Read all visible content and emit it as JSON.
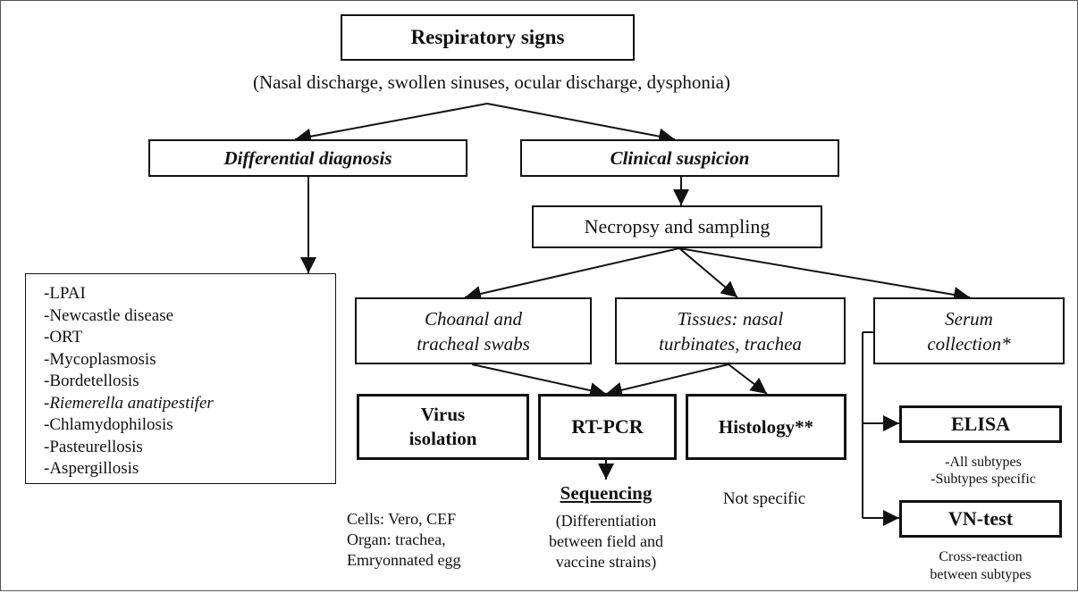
{
  "top": {
    "title": "Respiratory signs",
    "signs": "(Nasal discharge, swollen sinuses, ocular discharge, dysphonia)"
  },
  "differential": {
    "title": "Differential diagnosis",
    "items": [
      {
        "text": "-LPAI",
        "italic": false
      },
      {
        "text": "-Newcastle disease",
        "italic": false
      },
      {
        "text": "-ORT",
        "italic": false
      },
      {
        "text": "-Mycoplasmosis",
        "italic": false
      },
      {
        "text": "-Bordetellosis",
        "italic": false
      },
      {
        "text": "-Riemerella anatipestifer",
        "italic": true
      },
      {
        "text": "-Chlamydophilosis",
        "italic": false
      },
      {
        "text": "-Pasteurellosis",
        "italic": false
      },
      {
        "text": "-Aspergillosis",
        "italic": false
      }
    ]
  },
  "clinical": {
    "title": "Clinical suspicion",
    "necropsy": "Necropsy and sampling"
  },
  "samples": {
    "swabs": [
      "Choanal and",
      "tracheal swabs"
    ],
    "tissues": [
      "Tissues: nasal",
      "turbinates, trachea"
    ],
    "serum": [
      "Serum",
      "collection*"
    ]
  },
  "tests": {
    "virus_isolation": [
      "Virus",
      "isolation"
    ],
    "rtpcr": "RT-PCR",
    "histology": "Histology**",
    "elisa": "ELISA",
    "vn_test": "VN-test"
  },
  "notes": {
    "virus_isolation": [
      "Cells: Vero, CEF",
      "Organ: trachea,",
      "Emryonnated egg"
    ],
    "sequencing": "Sequencing",
    "sequencing_detail": [
      "(Differentiation",
      "between field and",
      "vaccine strains)"
    ],
    "histology": "Not specific",
    "elisa": [
      "-All subtypes",
      "-Subtypes specific"
    ],
    "vn_test": [
      "Cross-reaction",
      "between subtypes"
    ]
  }
}
